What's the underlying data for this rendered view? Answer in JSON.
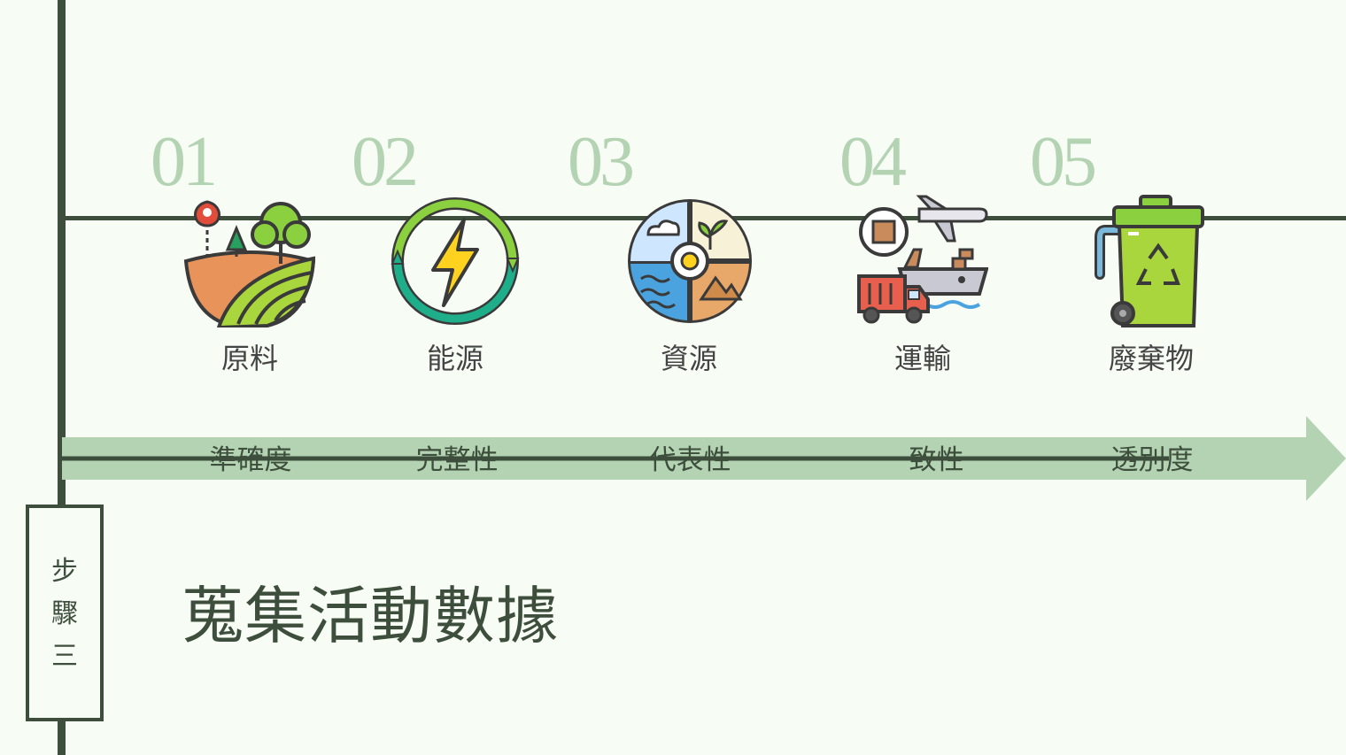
{
  "step": {
    "label": [
      "步",
      "驟",
      "三"
    ]
  },
  "title": "蒐集活動數據",
  "categories": [
    {
      "num": "01",
      "label": "原料",
      "icon": "farmland-icon"
    },
    {
      "num": "02",
      "label": "能源",
      "icon": "energy-bolt-icon"
    },
    {
      "num": "03",
      "label": "資源",
      "icon": "resources-globe-icon"
    },
    {
      "num": "04",
      "label": "運輸",
      "icon": "transport-icon"
    },
    {
      "num": "05",
      "label": "廢棄物",
      "icon": "recycle-bin-icon"
    }
  ],
  "criteria": [
    "準確度",
    "完整性",
    "代表性",
    "一致性",
    "透別度"
  ],
  "colors": {
    "dark_green": "#3e4e3c",
    "light_green": "#b3d3b3",
    "background": "#f7fcf5"
  }
}
